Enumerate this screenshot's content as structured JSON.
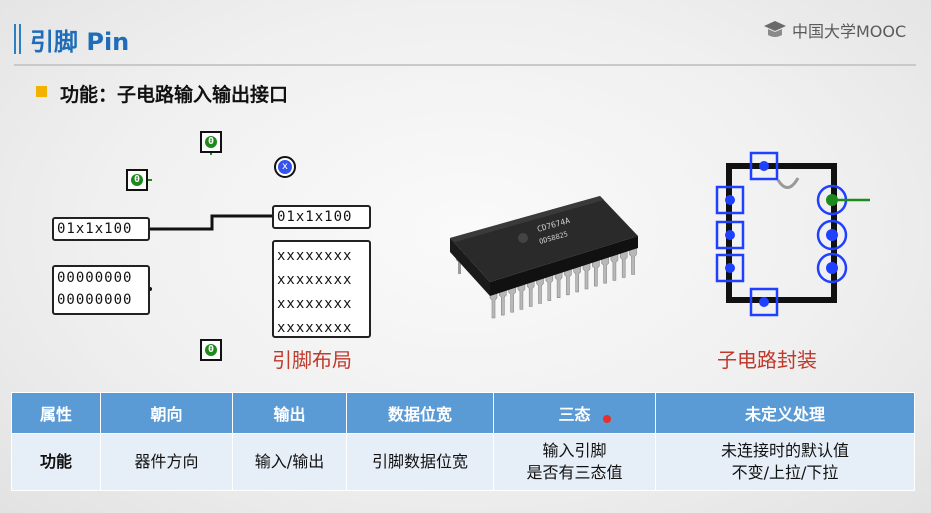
{
  "header": {
    "title": "引脚 Pin",
    "logo_text": "中国大学MOOC"
  },
  "subtitle": "功能：子电路输入输出接口",
  "diagram": {
    "left_pin_value": "01x1x100",
    "right_pin_value": "01x1x100",
    "multi_pin_rows": [
      "00000000",
      "00000000"
    ],
    "tristate_rows": [
      "xxxxxxxx",
      "xxxxxxxx",
      "xxxxxxxx",
      "xxxxxxxx"
    ],
    "small_pin_value": "0",
    "x_pin_value": "x",
    "layout_caption": "引脚布局",
    "package_caption": "子电路封装",
    "chip_marking_1": "CD7674A",
    "chip_marking_2": "ODS8825"
  },
  "table": {
    "headers": [
      "属性",
      "朝向",
      "输出",
      "数据位宽",
      "三态",
      "未定义处理"
    ],
    "row": {
      "label": "功能",
      "orientation": "器件方向",
      "output": "输入/输出",
      "width": "引脚数据位宽",
      "tristate_line1": "输入引脚",
      "tristate_line2": "是否有三态值",
      "undefined_line1": "未连接时的默认值",
      "undefined_line2": "不变/上拉/下拉"
    }
  },
  "colors": {
    "title_blue": "#1f6db8",
    "bullet_yellow": "#f3b200",
    "header_blue": "#5b9bd5",
    "row_bg": "#e6eef7",
    "caption_red": "#c0392b",
    "pin_green": "#1c8a1c",
    "pin_blue": "#3355ee"
  }
}
